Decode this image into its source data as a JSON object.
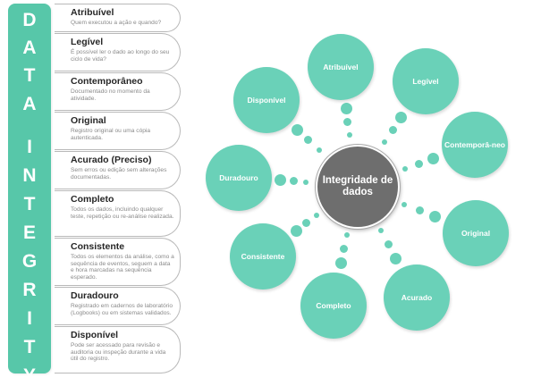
{
  "side_bar": {
    "letters": [
      "D",
      "A",
      "T",
      "A",
      "I",
      "N",
      "T",
      "E",
      "G",
      "R",
      "I",
      "T",
      "Y"
    ]
  },
  "items": [
    {
      "title": "Atribuível",
      "desc": "Quem executou a ação e quando?"
    },
    {
      "title": "Legível",
      "desc": "É possível ler o dado ao longo do seu ciclo de vida?"
    },
    {
      "title": "Contemporâneo",
      "desc": "Documentado no momento da atividade."
    },
    {
      "title": "Original",
      "desc": "Registro original ou uma cópia autenticada."
    },
    {
      "title": "Acurado (Preciso)",
      "desc": "Sem erros ou edição sem alterações documentadas."
    },
    {
      "title": "Completo",
      "desc": "Todos os dados, incluindo qualquer teste, repetição ou re-análise realizada."
    },
    {
      "title": "Consistente",
      "desc": "Todos os elementos da análise, como a sequência de eventos, seguem a data e hora marcadas na sequência esperado."
    },
    {
      "title": "Duradouro",
      "desc": "Registrado em cadernos de laboratório (Logbooks) ou em sistemas validados."
    },
    {
      "title": "Disponível",
      "desc": "Pode ser acessado para revisão e auditoria ou inspeção durante a vida útil do registro."
    }
  ],
  "diagram": {
    "center_label": "Integridade de dados",
    "bubbles": [
      {
        "label": "Atribuível"
      },
      {
        "label": "Legível"
      },
      {
        "label": "Contemporâ-neo"
      },
      {
        "label": "Original"
      },
      {
        "label": "Acurado"
      },
      {
        "label": "Completo"
      },
      {
        "label": "Consistente"
      },
      {
        "label": "Duradouro"
      },
      {
        "label": "Disponível"
      }
    ]
  },
  "colors": {
    "bar": "#57c7a9",
    "bubble": "#6ad1b8",
    "center": "#6e6e6e"
  }
}
